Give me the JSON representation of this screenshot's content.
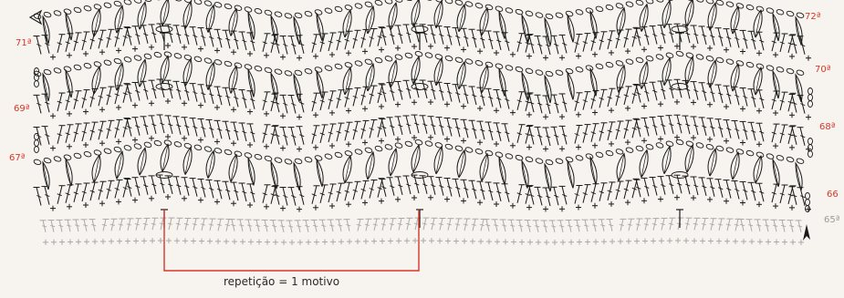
{
  "row_labels": {
    "r65": "65ª",
    "r66": "66",
    "r67": "67ª",
    "r68": "68ª",
    "r69": "69ª",
    "r70": "70ª",
    "r71": "71ª",
    "r72": "72ª"
  },
  "repeat_caption": "repetição = 1 motivo",
  "colors": {
    "ink": "#1a1a1a",
    "faded": "#a9a9a9",
    "accent": "#d6362a",
    "background": "#f7f4ef"
  },
  "icons": {
    "start_arrow": "arrow-up-icon",
    "end_arrow": "arrow-left-icon"
  }
}
